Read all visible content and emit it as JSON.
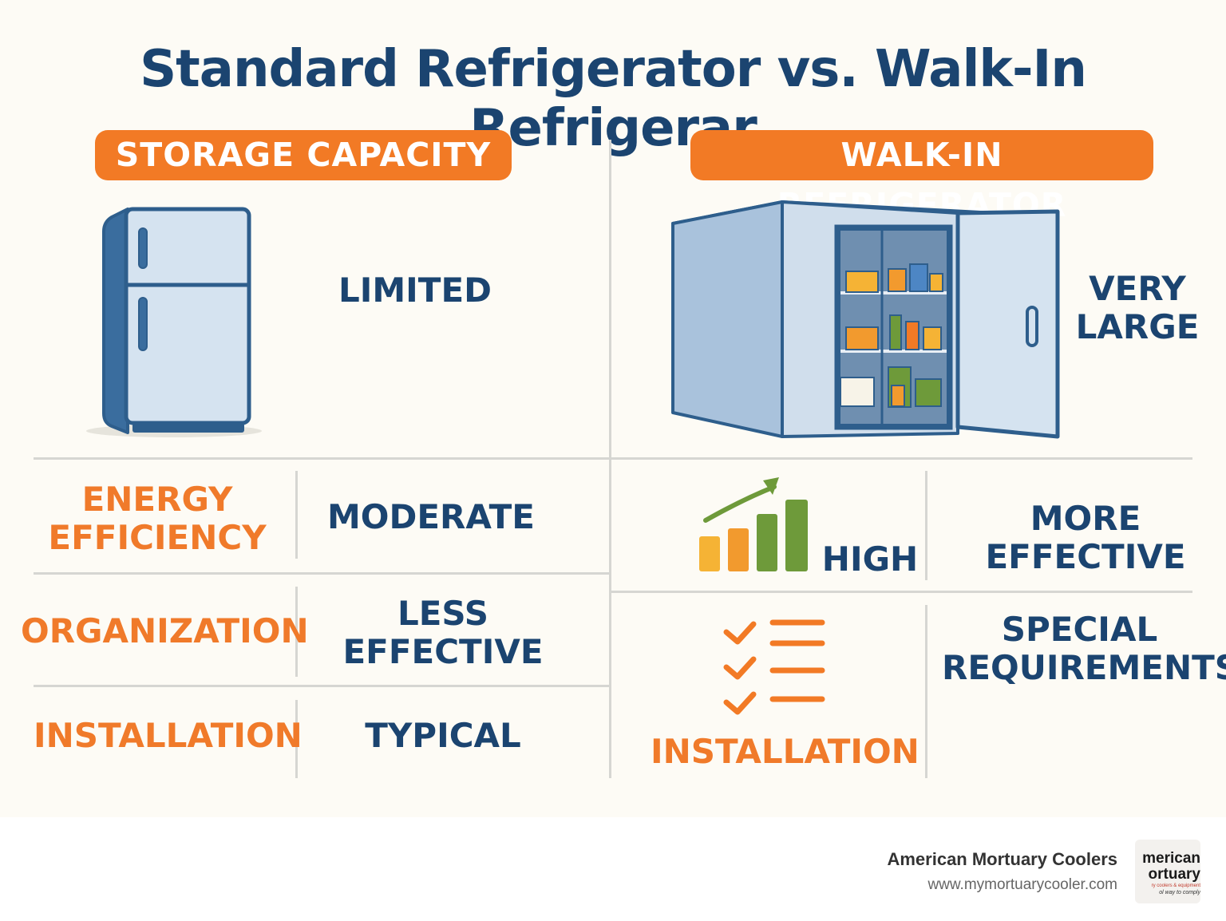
{
  "title": "Standard Refrigerator vs. Walk-In Refrigerar",
  "headers": {
    "left": "STORAGE CAPACITY",
    "right": "WALK-IN REFRIGERATOR"
  },
  "left": {
    "capacity_value": "LIMITED",
    "rows": [
      {
        "label_lines": [
          "ENERGY",
          "EFFICIENCY"
        ],
        "value_lines": [
          "MODERATE"
        ]
      },
      {
        "label_lines": [
          "ORGANIZATION"
        ],
        "value_lines": [
          "LESS",
          "EFFECTIVE"
        ]
      },
      {
        "label_lines": [
          "INSTALLATION"
        ],
        "value_lines": [
          "TYPICAL"
        ]
      }
    ]
  },
  "right": {
    "capacity_value_lines": [
      "VERY",
      "LARGE"
    ],
    "energy_value": "HIGH",
    "organization_value_lines": [
      "MORE",
      "EFFECTIVE"
    ],
    "installation_label": "INSTALLATION",
    "installation_value_lines": [
      "SPECIAL",
      "REQUIREMENTS"
    ]
  },
  "footer": {
    "company": "American Mortuary Coolers",
    "url": "www.mymortuarycooler.com",
    "logo_lines": [
      "merican",
      "ortuary",
      "ry coolers & equipment",
      "ol way to comply"
    ]
  },
  "colors": {
    "navy": "#1b4470",
    "orange": "#f27a25",
    "appliance_fill": "#d5e3f0",
    "appliance_stroke": "#2e5e8c",
    "bar_yellow": "#f5b335",
    "bar_orange": "#f29a2e",
    "bar_green": "#6e9a3a"
  },
  "icons": [
    "refrigerator-icon",
    "walk-in-cooler-icon",
    "bar-chart-up-icon",
    "checklist-icon"
  ]
}
